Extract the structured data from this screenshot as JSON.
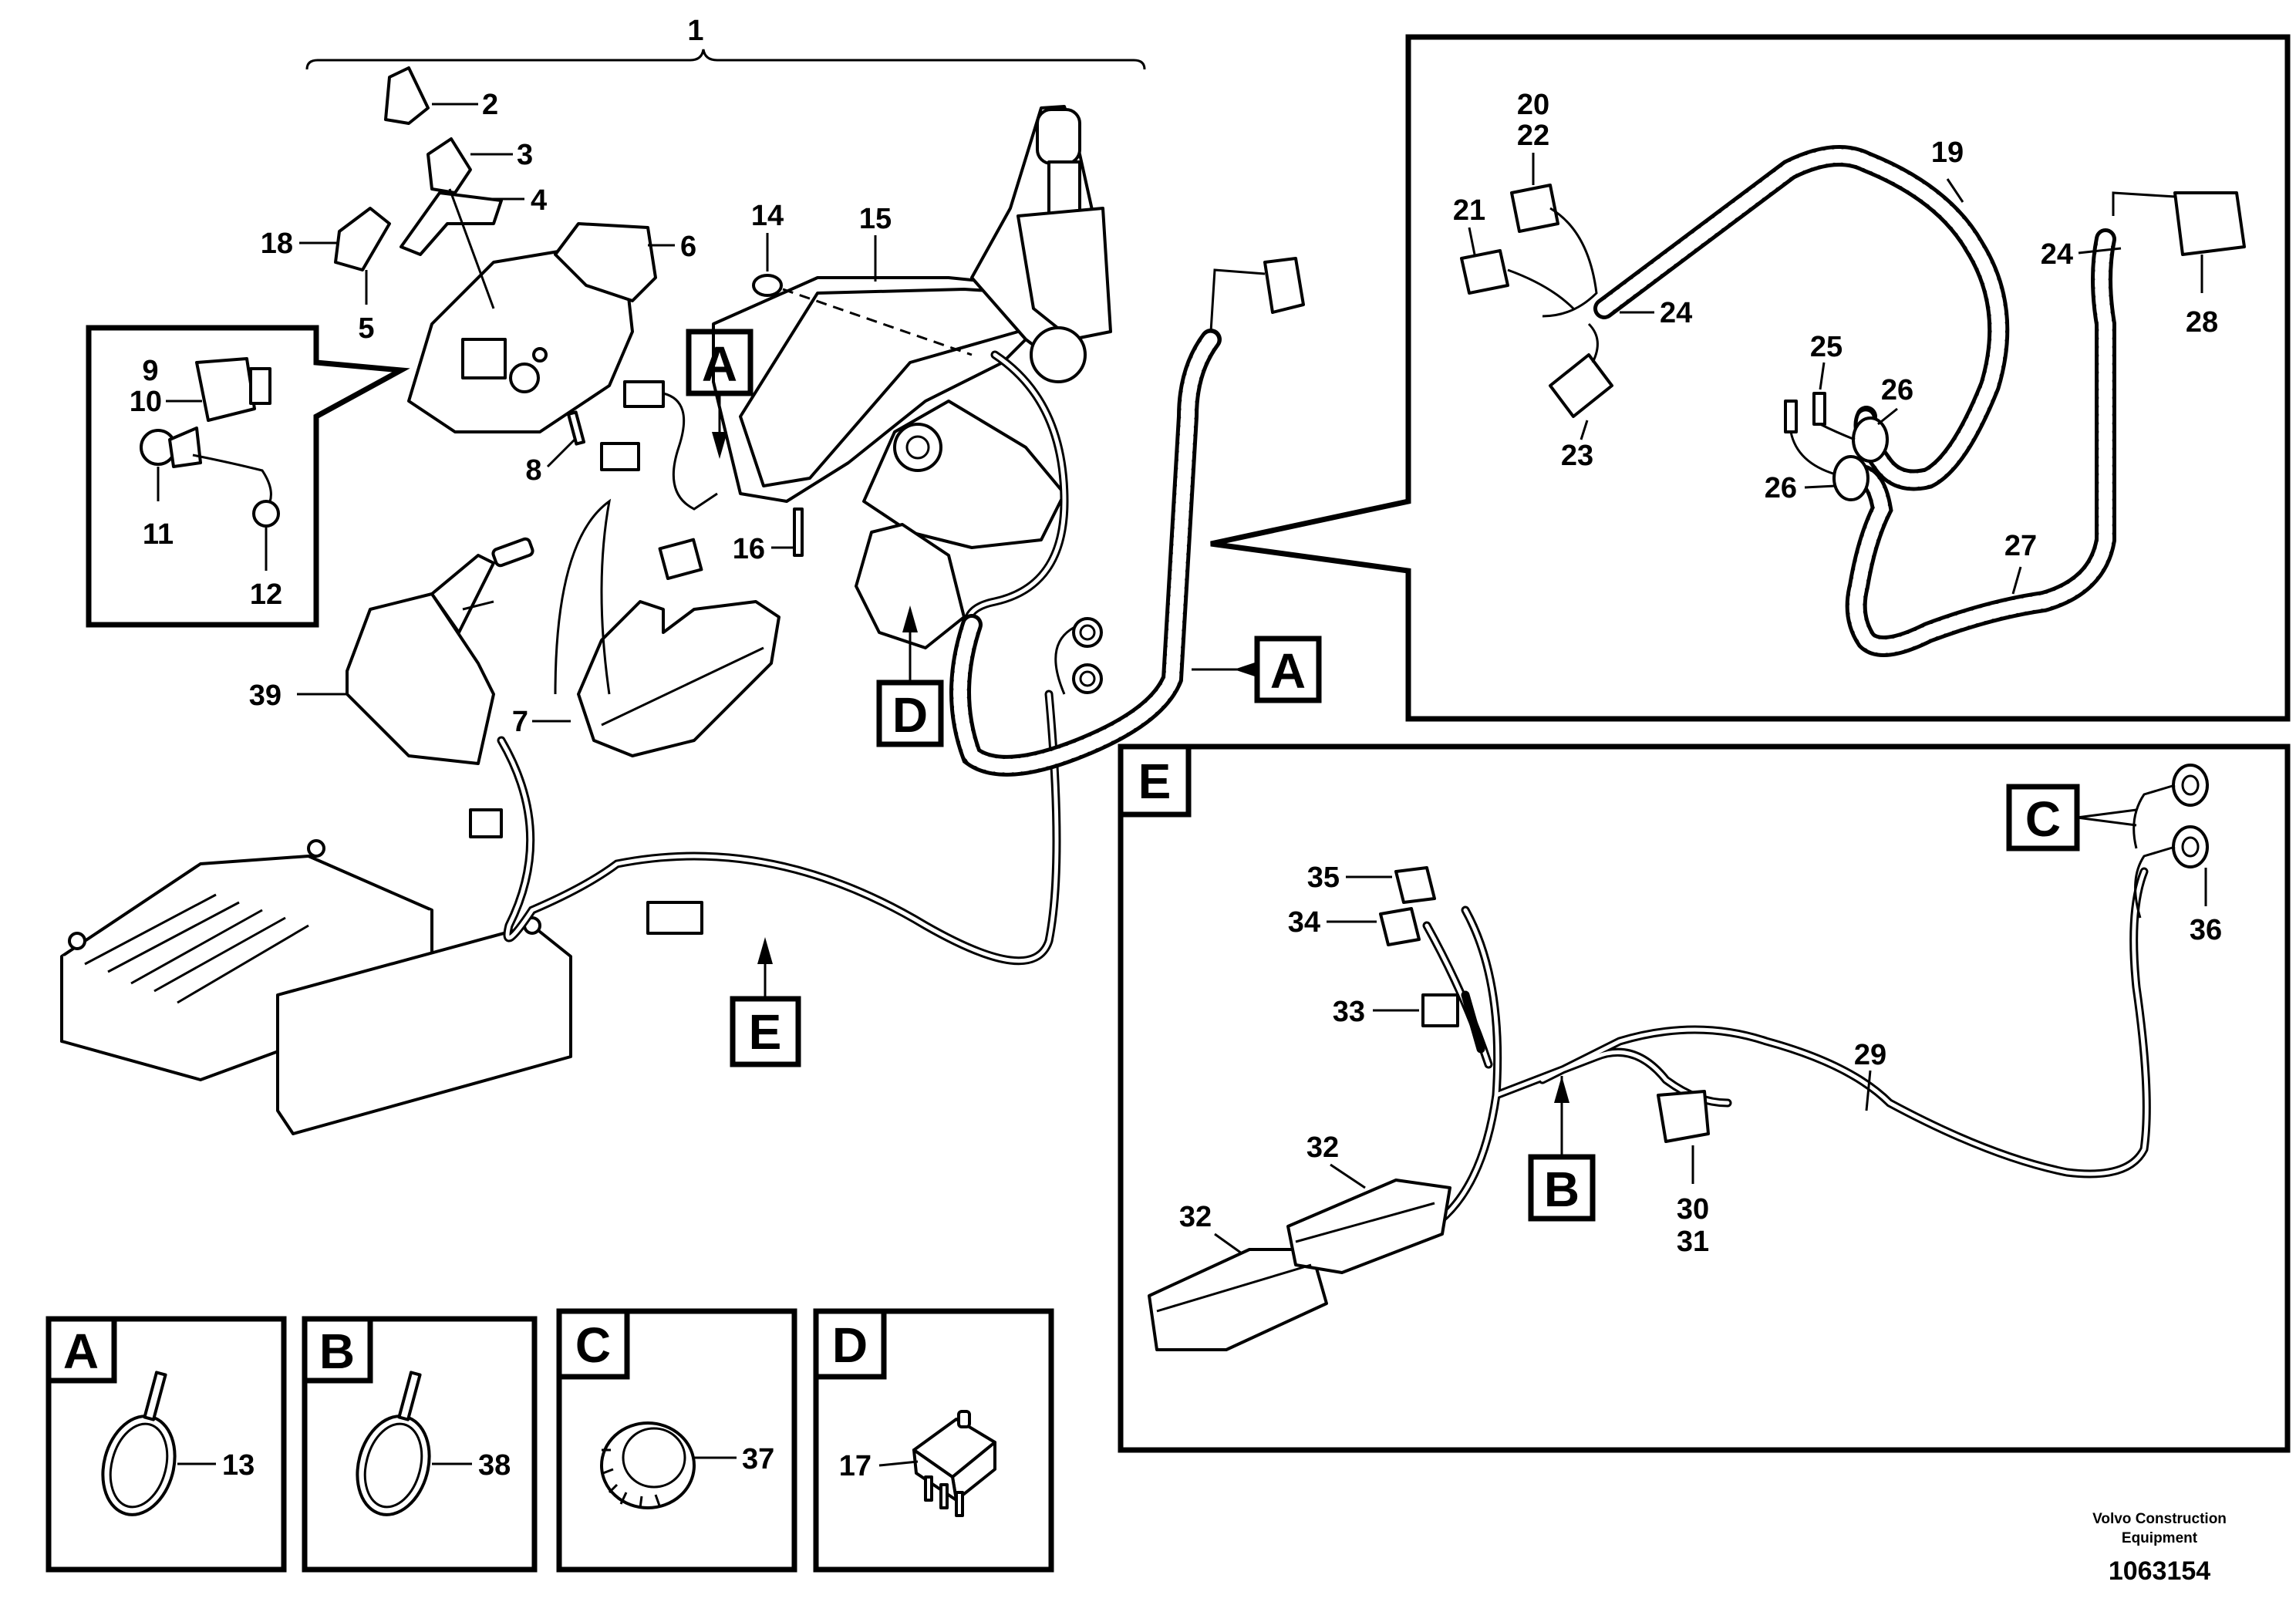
{
  "callouts": {
    "c1": "1",
    "c2": "2",
    "c3": "3",
    "c4": "4",
    "c5": "5",
    "c6": "6",
    "c7": "7",
    "c8": "8",
    "c9": "9",
    "c10": "10",
    "c11": "11",
    "c12": "12",
    "c13": "13",
    "c14": "14",
    "c15": "15",
    "c16": "16",
    "c17": "17",
    "c18": "18",
    "c19": "19",
    "c20": "20",
    "c21": "21",
    "c22": "22",
    "c23": "23",
    "c24a": "24",
    "c24b": "24",
    "c25": "25",
    "c26a": "26",
    "c26b": "26",
    "c27": "27",
    "c28": "28",
    "c29": "29",
    "c30": "30",
    "c31": "31",
    "c32a": "32",
    "c32b": "32",
    "c33": "33",
    "c34": "34",
    "c35": "35",
    "c36": "36",
    "c37": "37",
    "c38": "38",
    "c39": "39"
  },
  "detail_labels": {
    "a": "A",
    "b": "B",
    "c": "C",
    "d": "D",
    "e": "E"
  },
  "footer": {
    "company_line1": "Volvo Construction",
    "company_line2": "Equipment",
    "document_number": "1063154"
  },
  "colors": {
    "line": "#000000",
    "background": "#ffffff"
  }
}
